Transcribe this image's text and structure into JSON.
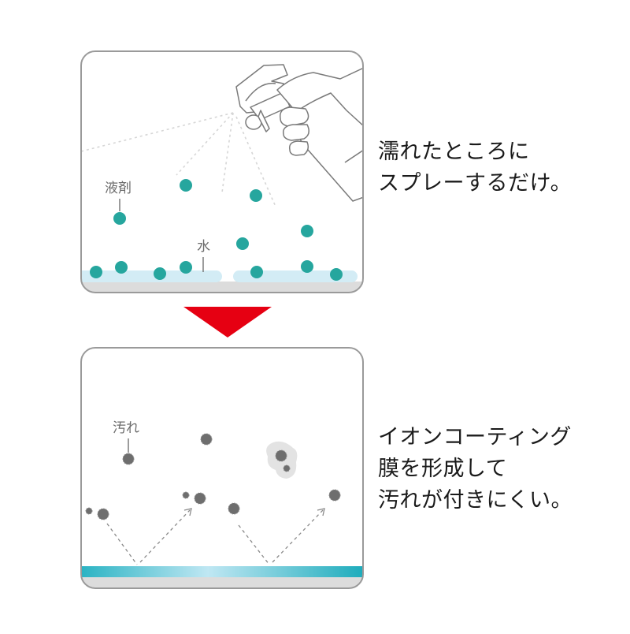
{
  "panels": [
    {
      "id": "spray",
      "labels": {
        "agent": "液剤",
        "water": "水"
      },
      "caption_lines": [
        "濡れたところに",
        "スプレーするだけ。"
      ]
    },
    {
      "id": "coating",
      "labels": {
        "dirt": "汚れ"
      },
      "caption_lines": [
        "イオンコーティング",
        "膜を形成して",
        "汚れが付きにくい。"
      ]
    }
  ],
  "icons": {
    "transition": "down-triangle-arrow-icon",
    "sprayer": "spray-bottle-hand-icon"
  },
  "colors": {
    "panel_border": "#9a9a9a",
    "droplet": "#26a69e",
    "water": "#d3ecf5",
    "floor": "#dcdcdc",
    "arrow": "#e60012",
    "dirt": "#6e6e6e",
    "dirt_halo": "#e3e3e3",
    "coating_start": "#28b2c2",
    "coating_mid": "#bde6f2",
    "coating_end": "#1fadbd",
    "text": "#1a1a1a",
    "label": "#6b6b6b"
  }
}
